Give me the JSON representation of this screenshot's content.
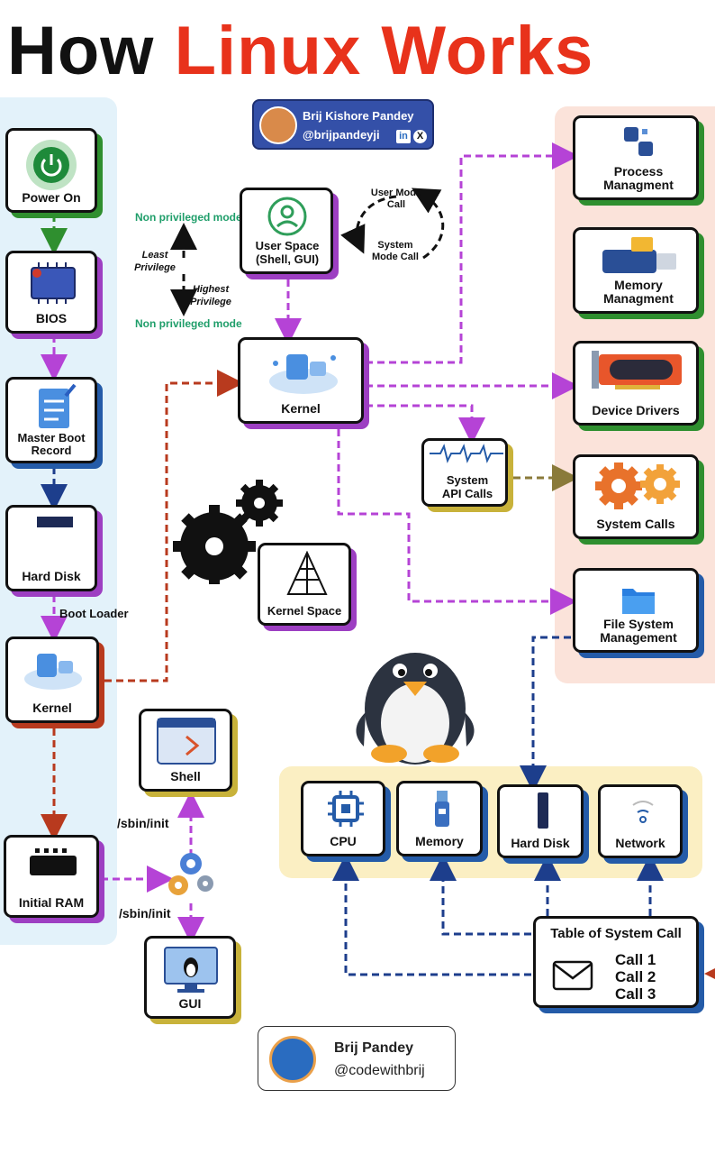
{
  "title": {
    "part1": "How",
    "part2": "Linux Works"
  },
  "author_badge": {
    "name": "Brij Kishore Pandey",
    "handle": "@brijpandeyji",
    "linkedin": "in",
    "x": "X"
  },
  "boot_sequence": {
    "power_on": "Power On",
    "bios": "BIOS",
    "mbr": "Master Boot Record",
    "hard_disk": "Hard Disk",
    "boot_loader": "Boot Loader",
    "kernel": "Kernel",
    "initial_ram": "Initial RAM"
  },
  "init": {
    "path_top": "/sbin/init",
    "path_bottom": "/sbin/init",
    "shell": "Shell",
    "gui": "GUI"
  },
  "privilege": {
    "top_mode": "Non privileged mode",
    "least": "Least Privilege",
    "highest": "Highest Privilege",
    "bottom_mode": "Non privileged mode"
  },
  "user_space": "User Space (Shell, GUI)",
  "mode_calls": {
    "user": "User Mode Call",
    "system": "System Mode Call"
  },
  "kernel_main": "Kernel",
  "kernel_space": "Kernel Space",
  "system_api_calls": "System API Calls",
  "subsystems": {
    "process": "Process Managment",
    "memory": "Memory Managment",
    "device_drivers": "Device Drivers",
    "system_calls": "System Calls",
    "file_system": "File System Management"
  },
  "hardware": {
    "cpu": "CPU",
    "memory": "Memory",
    "hard_disk": "Hard Disk",
    "network": "Network"
  },
  "syscall_table": {
    "title": "Table of System Call",
    "calls": [
      "Call 1",
      "Call 2",
      "Call 3"
    ]
  },
  "footer": {
    "name": "Brij Pandey",
    "handle": "@codewithbrij"
  },
  "colors": {
    "accent_red": "#e8321b",
    "purple": "#b543d6",
    "brown_red": "#b83a1e",
    "navy": "#1d3e8c",
    "olive": "#8a7a3a",
    "green_text": "#1f9e6a"
  }
}
